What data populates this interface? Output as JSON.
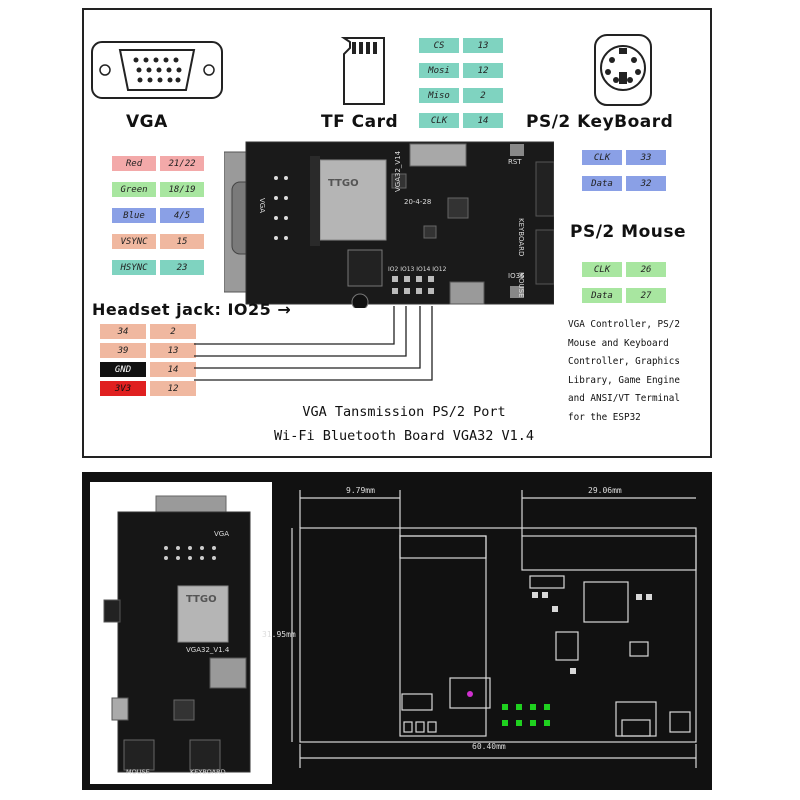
{
  "top": {
    "connectors": {
      "vga": "VGA",
      "tf_card": "TF Card",
      "ps2_keyboard": "PS/2 KeyBoard",
      "ps2_mouse": "PS/2 Mouse",
      "headset": "Headset jack: IO25 →"
    },
    "tf_pins": [
      {
        "name": "CS",
        "num": "13"
      },
      {
        "name": "Mosi",
        "num": "12"
      },
      {
        "name": "Miso",
        "num": "2"
      },
      {
        "name": "CLK",
        "num": "14"
      }
    ],
    "vga_pins": [
      {
        "name": "Red",
        "num": "21/22",
        "color": "#f3a9a9"
      },
      {
        "name": "Green",
        "num": "18/19",
        "color": "#a8e6a0"
      },
      {
        "name": "Blue",
        "num": "4/5",
        "color": "#8aa0e6"
      },
      {
        "name": "VSYNC",
        "num": "15",
        "color": "#f0b8a0"
      },
      {
        "name": "HSYNC",
        "num": "23",
        "color": "#7fd3c0"
      }
    ],
    "keyboard_pins": [
      {
        "name": "CLK",
        "num": "33"
      },
      {
        "name": "Data",
        "num": "32"
      }
    ],
    "mouse_pins": [
      {
        "name": "CLK",
        "num": "26"
      },
      {
        "name": "Data",
        "num": "27"
      }
    ],
    "headset_pins": [
      {
        "name": "34",
        "num": "2",
        "color": "#f0b8a0"
      },
      {
        "name": "39",
        "num": "13",
        "color": "#f0b8a0"
      },
      {
        "name": "GND",
        "num": "14",
        "color": "#111111",
        "text": "#ffffff"
      },
      {
        "name": "3V3",
        "num": "12",
        "color": "#e02020",
        "text": "#111111"
      }
    ],
    "description": [
      "VGA Controller, PS/2",
      "Mouse and Keyboard",
      "Controller, Graphics",
      "Library, Game Engine",
      "and ANSI/VT Terminal",
      "for the ESP32"
    ],
    "caption_line1": "VGA Tansmission PS/2 Port",
    "caption_line2": "Wi-Fi Bluetooth Board VGA32 V1.4",
    "board_labels": {
      "ttgo": "TTGO",
      "model": "VGA32_V14",
      "date": "20-4-28",
      "keyboard": "KEYBOARD",
      "mouse": "MOUSE",
      "rst": "RST",
      "io36": "IO36",
      "io_header": "IO2 IO13 IO14 IO12",
      "vga_vert": "VGA"
    }
  },
  "bottom": {
    "photo_labels": {
      "vga": "VGA",
      "ttgo": "TTGO",
      "model": "VGA32_V1.4",
      "mouse": "MOUSE",
      "keyboard": "KEYBOARD"
    },
    "dimensions": {
      "top_left": "9.79mm",
      "top_right": "29.06mm",
      "height": "31.95mm",
      "width": "60.40mm"
    }
  },
  "colors": {
    "tf_pill": "#7fd3c0",
    "ps2_pill_kb": "#8aa0e6",
    "ps2_pill_mouse": "#a8e6a0",
    "board": "#1a1a1a",
    "cad_line": "#d8d8d8"
  }
}
